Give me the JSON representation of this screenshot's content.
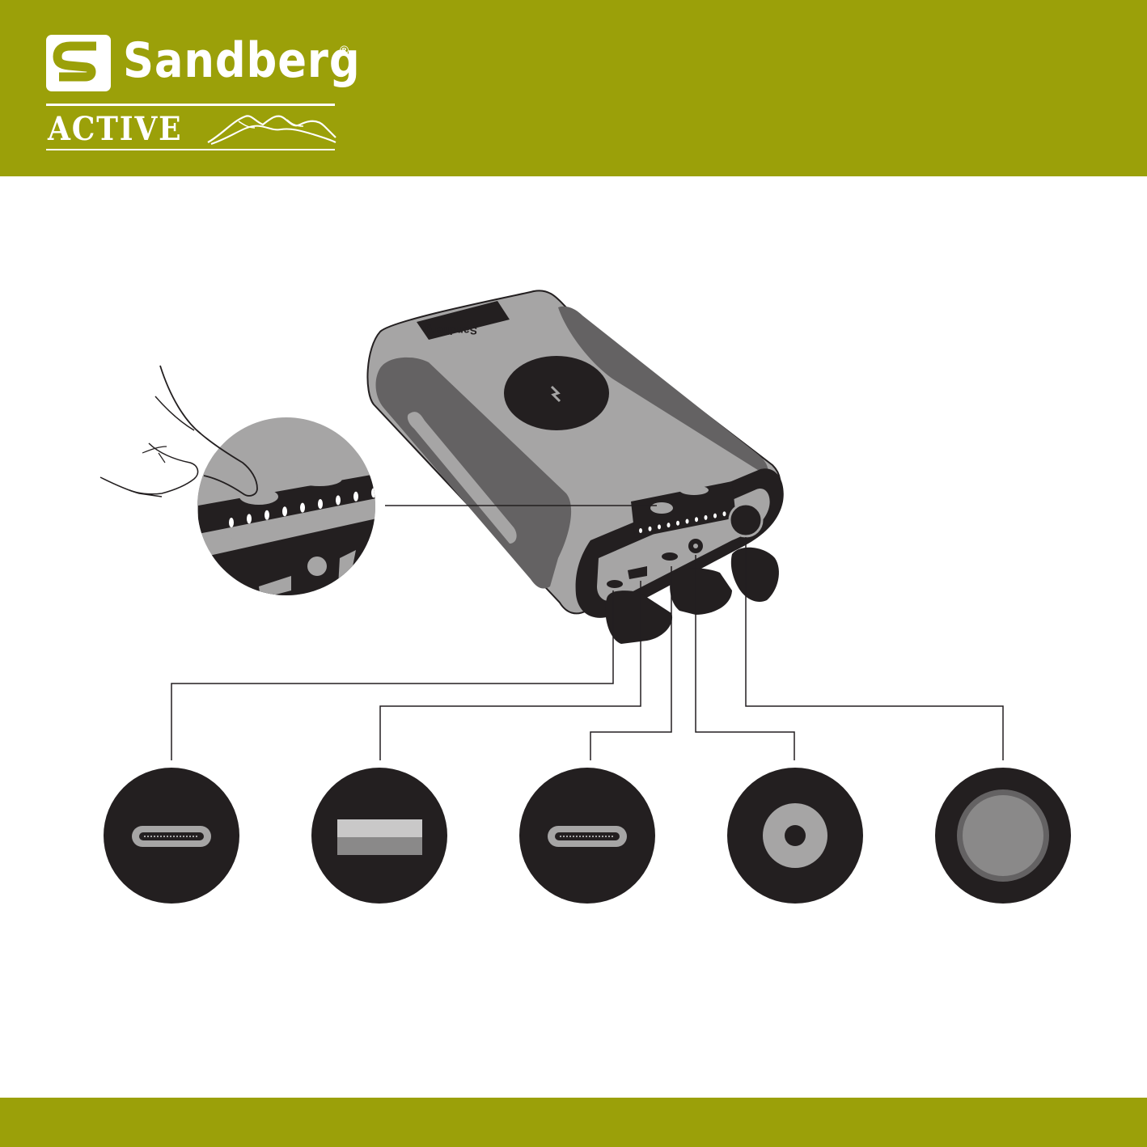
{
  "colors": {
    "brand_band": "#9ba009",
    "port_dark": "#231f20",
    "body_light": "#a6a5a5",
    "body_mid": "#646263",
    "line": "#231f20",
    "white": "#ffffff"
  },
  "header": {
    "brand_name": "Sandberg",
    "registered_mark": "®",
    "sub_brand": "ACTIVE",
    "logo_icon": "sandberg-s-logo-icon",
    "mountain_icon": "mountain-range-icon"
  },
  "device": {
    "label": "Sandberg",
    "wireless_icon": "lightning-bolt-icon",
    "indicator_leds": 10
  },
  "ports": [
    {
      "id": "usb-c-1",
      "icon": "usb-c-port-icon"
    },
    {
      "id": "usb-a",
      "icon": "usb-a-port-icon"
    },
    {
      "id": "usb-c-2",
      "icon": "usb-c-port-icon"
    },
    {
      "id": "dc-jack",
      "icon": "dc-jack-port-icon"
    },
    {
      "id": "car-socket",
      "icon": "car-socket-port-icon"
    }
  ]
}
